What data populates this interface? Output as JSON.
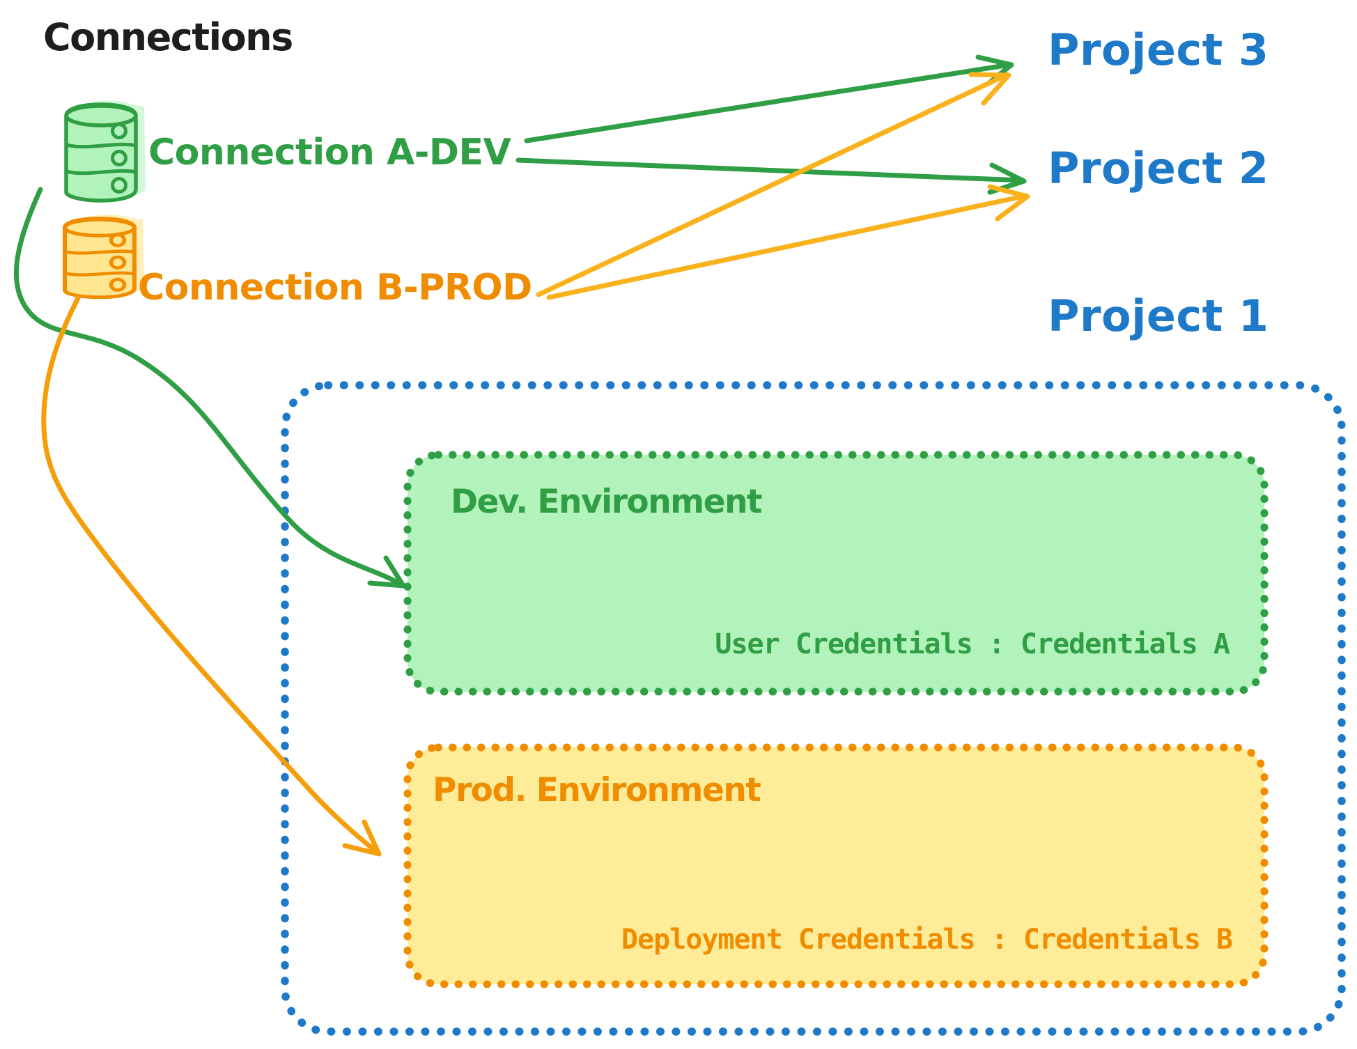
{
  "title": "Connections",
  "connections": [
    {
      "id": "a-dev",
      "label": "Connection A-DEV",
      "color": "#2f9e44",
      "icon": "database-icon"
    },
    {
      "id": "b-prod",
      "label": "Connection B-PROD",
      "color": "#f08c00",
      "icon": "database-icon"
    }
  ],
  "projects": [
    {
      "label": "Project 3"
    },
    {
      "label": "Project 2"
    },
    {
      "label": "Project 1"
    }
  ],
  "project1": {
    "dev_environment": {
      "title": "Dev. Environment",
      "credentials_label": "User Credentials : Credentials A"
    },
    "prod_environment": {
      "title": "Prod. Environment",
      "credentials_label": "Deployment Credentials : Credentials B"
    }
  },
  "relations": [
    {
      "from": "Connection A-DEV",
      "to": "Project 3"
    },
    {
      "from": "Connection A-DEV",
      "to": "Project 2"
    },
    {
      "from": "Connection A-DEV",
      "to": "Project 1 / Dev. Environment"
    },
    {
      "from": "Connection B-PROD",
      "to": "Project 3"
    },
    {
      "from": "Connection B-PROD",
      "to": "Project 2"
    },
    {
      "from": "Connection B-PROD",
      "to": "Project 1 / Prod. Environment"
    }
  ],
  "colors": {
    "ink": "#1e1e1e",
    "green": "#2f9e44",
    "green_fill": "#b2f2bb",
    "orange": "#f08c00",
    "orange_fill": "#ffec99",
    "amber_arrow": "#f9b11c",
    "blue": "#1e7ac9"
  }
}
